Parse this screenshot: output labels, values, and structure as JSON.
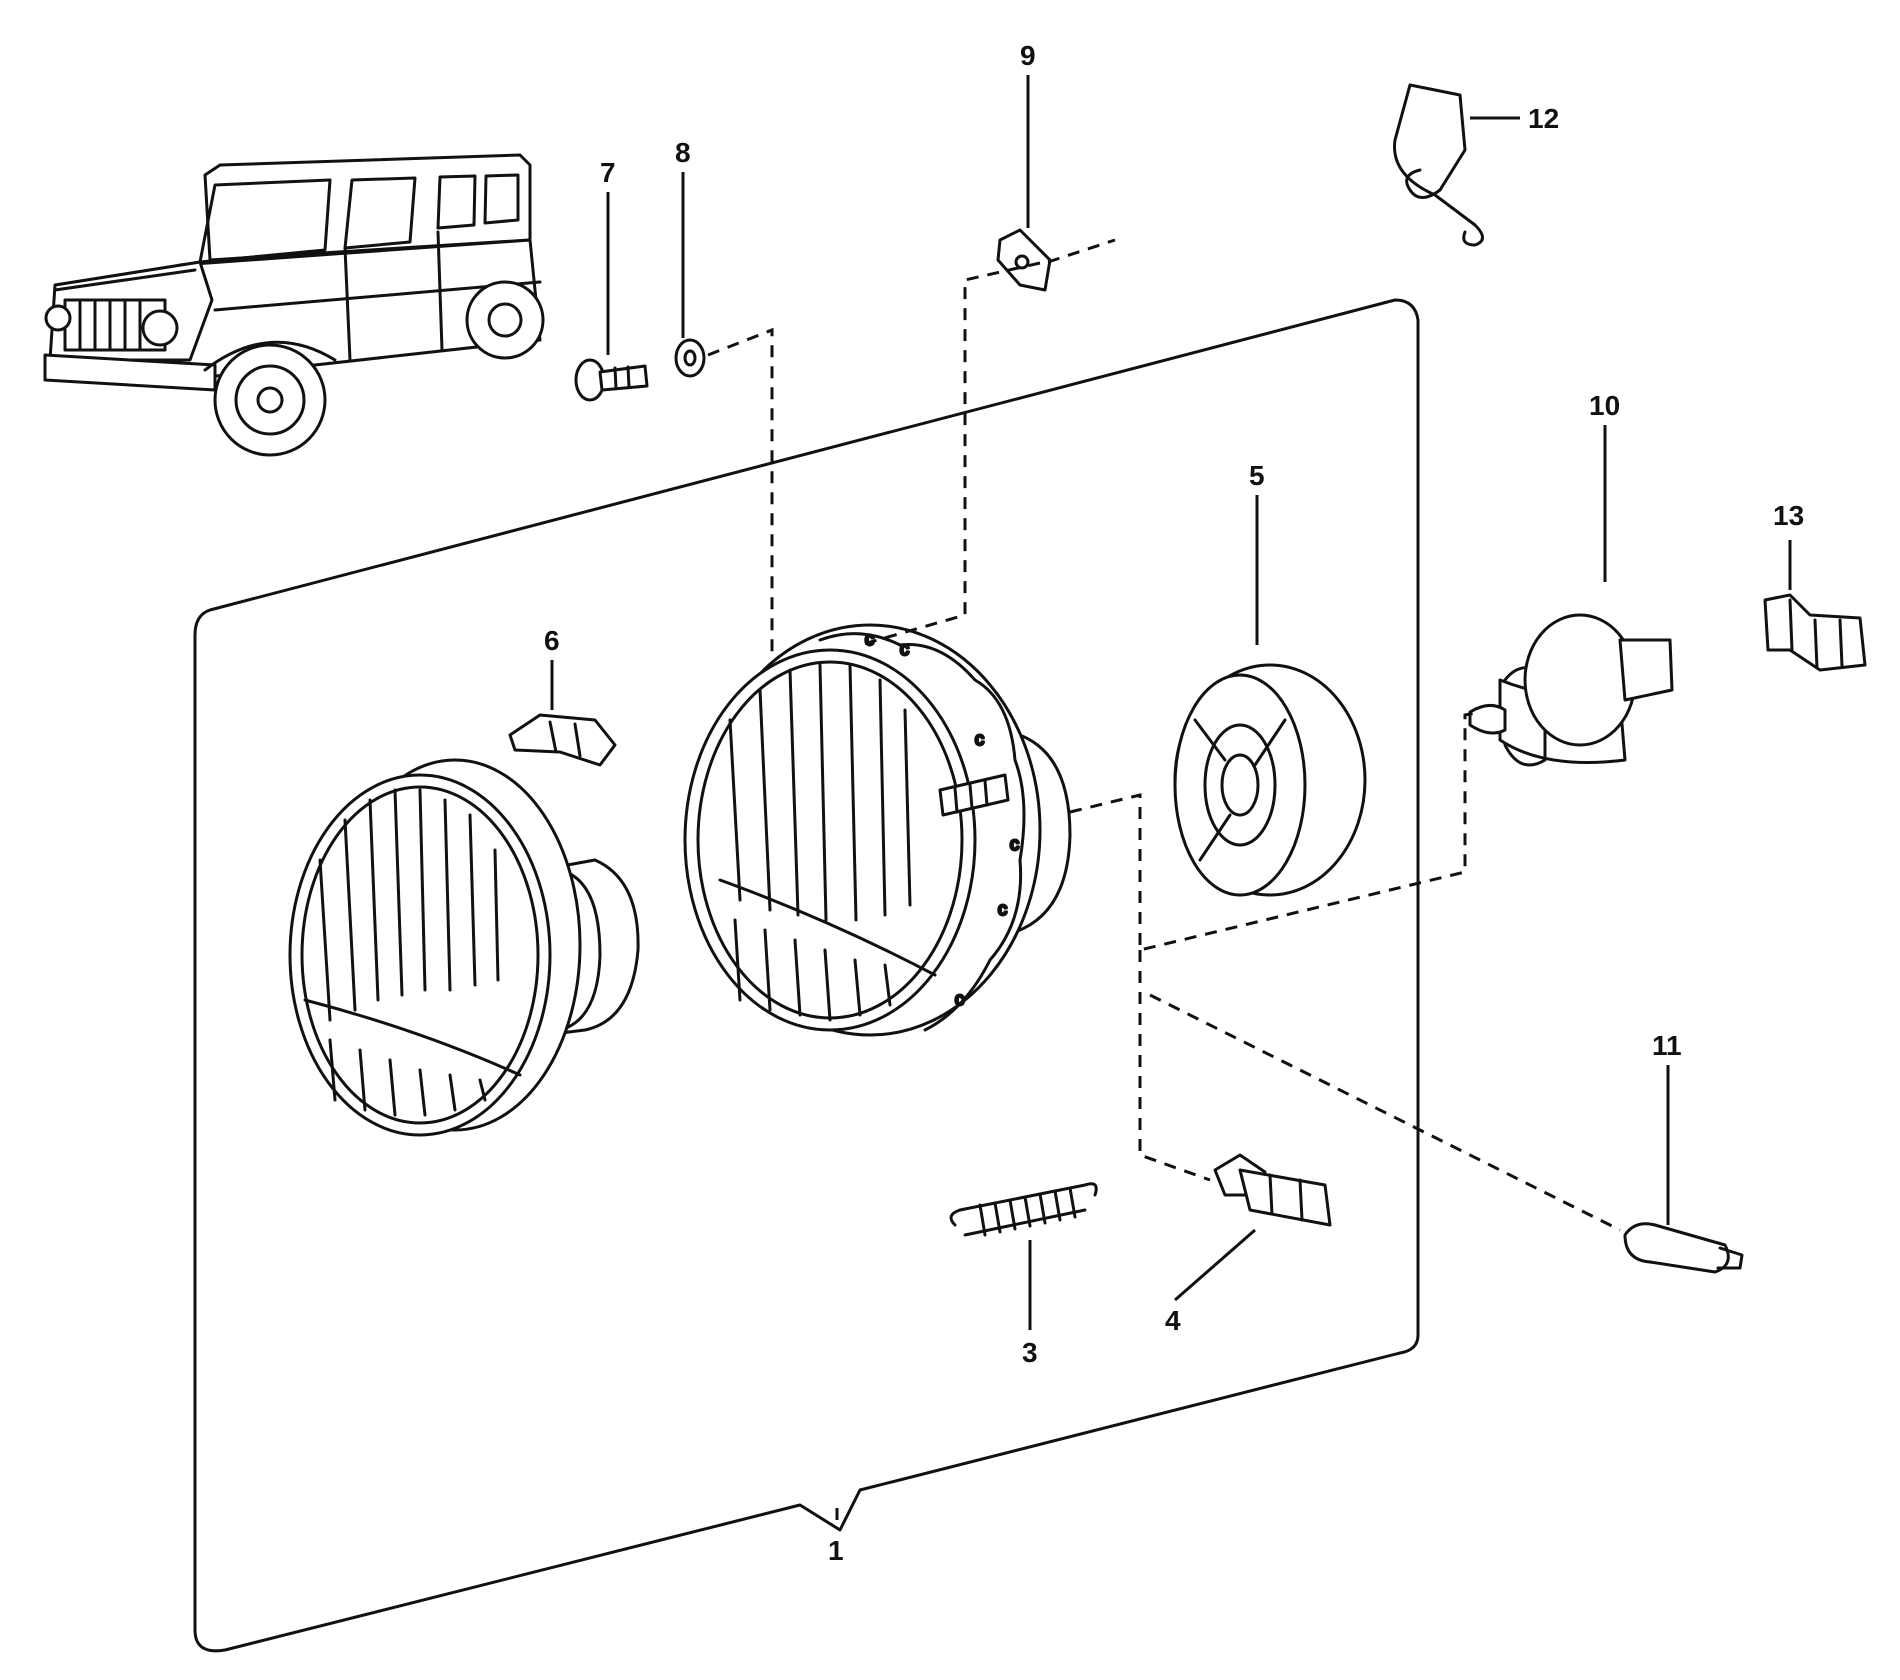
{
  "callouts": {
    "c1": "1",
    "c3": "3",
    "c4": "4",
    "c5": "5",
    "c6": "6",
    "c7": "7",
    "c8": "8",
    "c9": "9",
    "c10": "10",
    "c11": "11",
    "c12": "12",
    "c13": "13"
  },
  "colors": {
    "ink": "#111111",
    "background": "#ffffff"
  }
}
